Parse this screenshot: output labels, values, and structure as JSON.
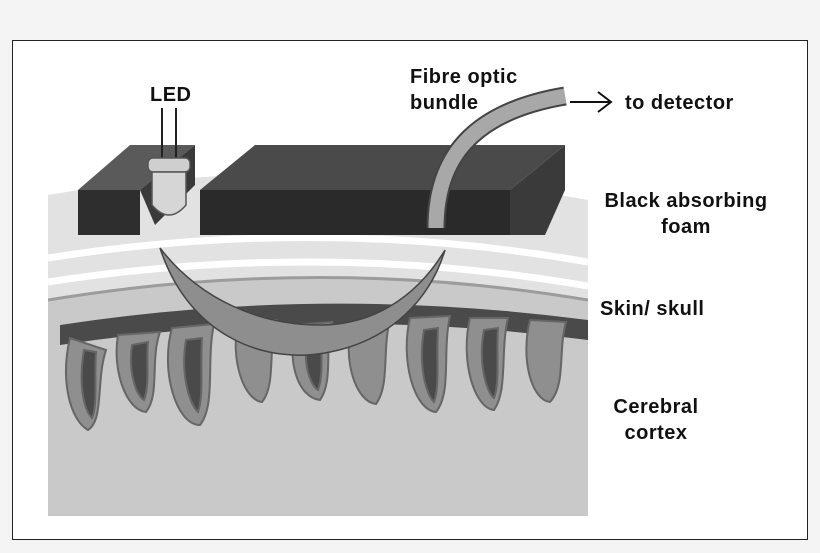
{
  "labels": {
    "led": "LED",
    "fibre_line1": "Fibre optic",
    "fibre_line2": "bundle",
    "detector": "to detector",
    "foam_line1": "Black absorbing",
    "foam_line2": "foam",
    "skin": "Skin/ skull",
    "cortex_line1": "Cerebral",
    "cortex_line2": "cortex"
  },
  "colors": {
    "foam": "#3a3a3a",
    "foam_top": "#5a5a5a",
    "skin": "#dcdcdc",
    "skull": "#bdbdbd",
    "cortex_dark": "#4a4a4a",
    "cortex_mid": "#9a9a9a",
    "tissue": "#cfcfcf",
    "light_path": "#8e8e8e"
  }
}
